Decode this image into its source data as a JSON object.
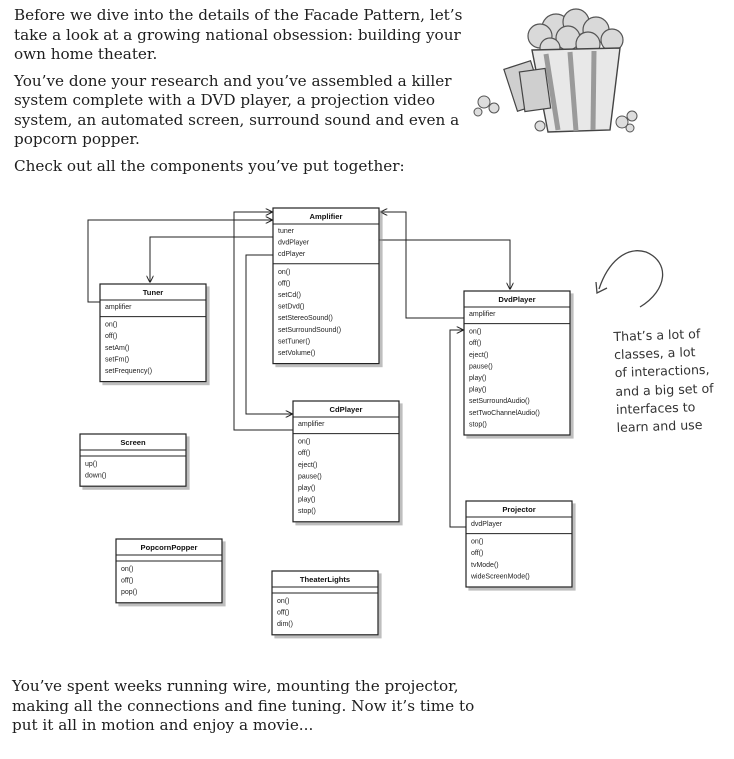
{
  "intro": {
    "p1": "Before we dive into the details of the Facade Pattern, let’s take a look at a growing national obsession: building your own home theater.",
    "p2": "You’ve done your research and you’ve assembled a killer system complete with a DVD player, a projection video system, an automated screen, surround sound and even a popcorn popper.",
    "p3": "Check out all the components you’ve put together:"
  },
  "note": {
    "lines": [
      "That’s a lot of",
      "classes, a lot",
      "of interactions,",
      "and a big set of",
      "interfaces to",
      "learn and use"
    ]
  },
  "outro": {
    "p1": "You’ve spent weeks running wire, mounting the projector, making all the connections and fine tuning. Now it’s time to put it all in motion and enjoy a movie..."
  },
  "classes": [
    {
      "key": "amplifier",
      "title": "Amplifier",
      "attrs": [
        "tuner",
        "dvdPlayer",
        "cdPlayer"
      ],
      "methods": [
        "on()",
        "off()",
        "setCd()",
        "setDvd()",
        "setStereoSound()",
        "setSurroundSound()",
        "setTuner()",
        "setVolume()"
      ]
    },
    {
      "key": "tuner",
      "title": "Tuner",
      "attrs": [
        "amplifier"
      ],
      "methods": [
        "on()",
        "off()",
        "setAm()",
        "setFm()",
        "setFrequency()"
      ]
    },
    {
      "key": "dvdplayer",
      "title": "DvdPlayer",
      "attrs": [
        "amplifier"
      ],
      "methods": [
        "on()",
        "off()",
        "eject()",
        "pause()",
        "play()",
        "play()",
        "setSurroundAudio()",
        "setTwoChannelAudio()",
        "stop()"
      ]
    },
    {
      "key": "cdplayer",
      "title": "CdPlayer",
      "attrs": [
        "amplifier"
      ],
      "methods": [
        "on()",
        "off()",
        "eject()",
        "pause()",
        "play()",
        "play()",
        "stop()"
      ]
    },
    {
      "key": "screen",
      "title": "Screen",
      "attrs": [],
      "methods": [
        "up()",
        "down()"
      ]
    },
    {
      "key": "projector",
      "title": "Projector",
      "attrs": [
        "dvdPlayer"
      ],
      "methods": [
        "on()",
        "off()",
        "tvMode()",
        "wideScreenMode()"
      ]
    },
    {
      "key": "popcornpopper",
      "title": "PopcornPopper",
      "attrs": [],
      "methods": [
        "on()",
        "off()",
        "pop()"
      ]
    },
    {
      "key": "theaterlights",
      "title": "TheaterLights",
      "attrs": [],
      "methods": [
        "on()",
        "off()",
        "dim()"
      ]
    }
  ]
}
